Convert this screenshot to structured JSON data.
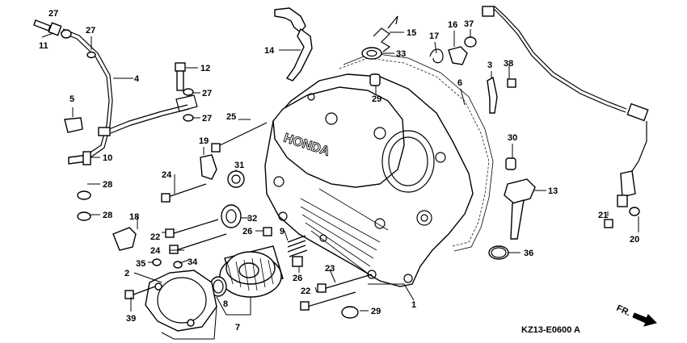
{
  "diagram": {
    "diagram_code": "KZ13-E0600 A",
    "direction_label": "FR.",
    "brand_text": "HONDA",
    "callouts": [
      "1",
      "2",
      "3",
      "4",
      "5",
      "6",
      "7",
      "8",
      "9",
      "10",
      "11",
      "12",
      "13",
      "14",
      "15",
      "16",
      "17",
      "18",
      "19",
      "20",
      "21",
      "22",
      "22",
      "23",
      "24",
      "24",
      "25",
      "26",
      "26",
      "27",
      "27",
      "27",
      "27",
      "28",
      "28",
      "29",
      "29",
      "30",
      "31",
      "32",
      "33",
      "34",
      "35",
      "36",
      "37",
      "38",
      "39"
    ]
  }
}
